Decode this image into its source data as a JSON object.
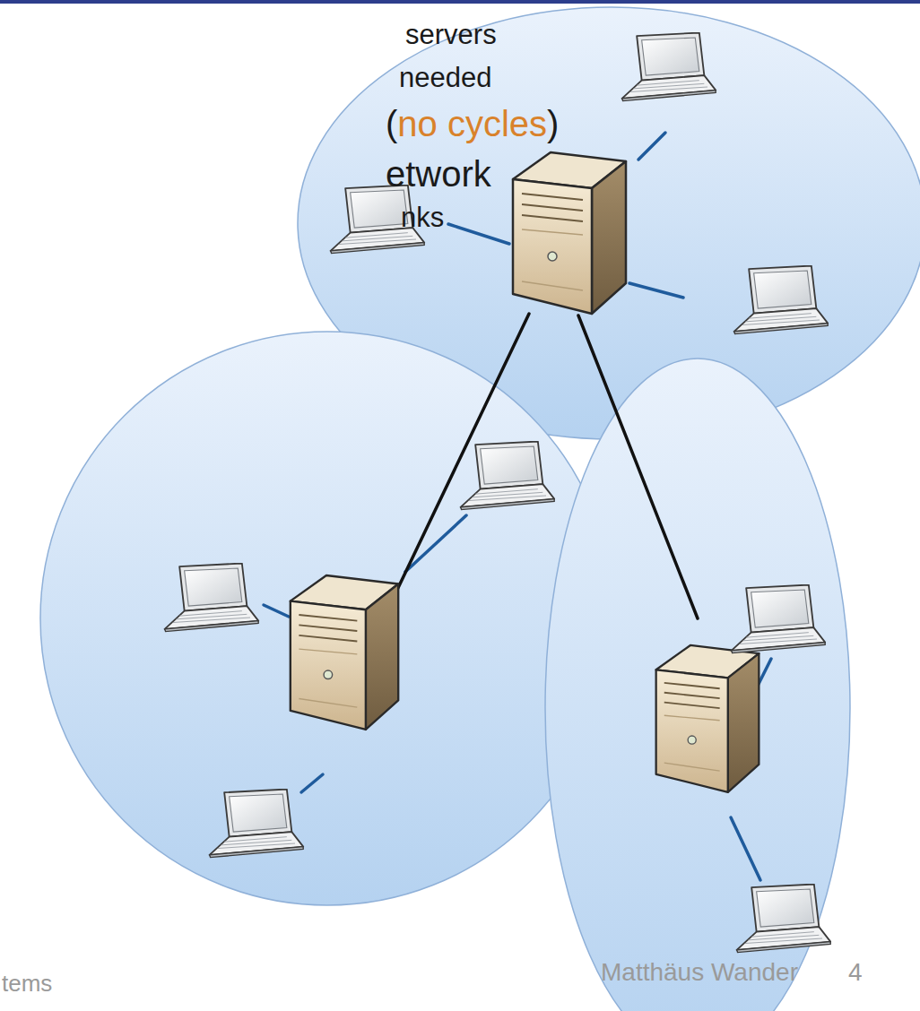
{
  "diagram": {
    "labels": [
      "servers",
      "needed",
      "(",
      "no cycles",
      ")",
      "etwork",
      "nks",
      "tems",
      "Matthäus Wander",
      "4"
    ]
  }
}
